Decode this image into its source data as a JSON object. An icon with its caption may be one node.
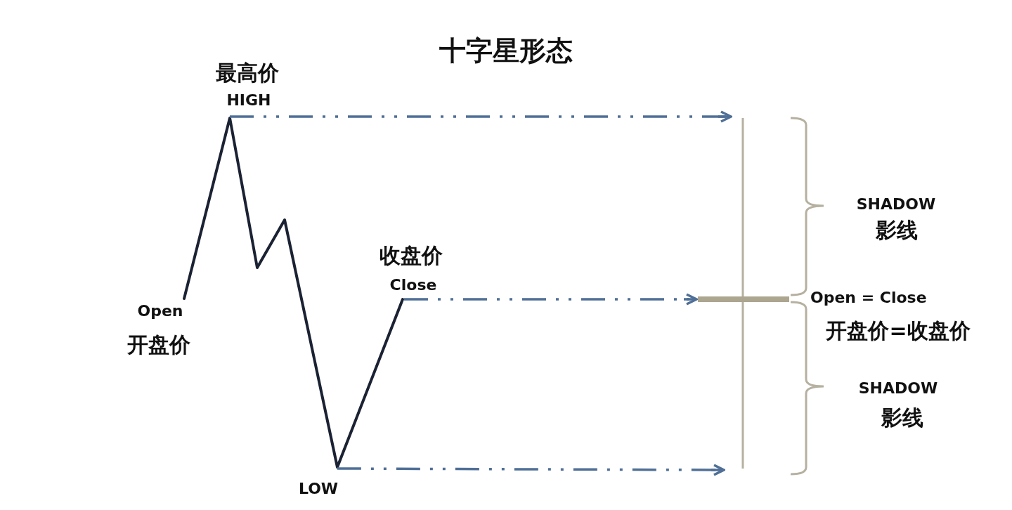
{
  "diagram": {
    "title": "十字星形态",
    "nodes": [
      {
        "text": [],
        "shape": "picture",
        "beside": [
          "最高价",
          "HIGH",
          "Open",
          "开盘价",
          "收盘价",
          "Close",
          "LOW"
        ]
      },
      {
        "text": [],
        "shape": "picture",
        "beside": [
          "SHADOW",
          "影线",
          "Open = Close",
          "开盘价=收盘价",
          "SHADOW",
          "影线"
        ]
      }
    ],
    "edges": [
      {
        "from": 0,
        "to": 1,
        "arrow": "to",
        "style": "dashed"
      },
      {
        "from": 0,
        "to": 1,
        "arrow": "to",
        "style": "dashed"
      },
      {
        "from": 0,
        "to": 1,
        "arrow": "to",
        "style": "dashed"
      }
    ]
  }
}
